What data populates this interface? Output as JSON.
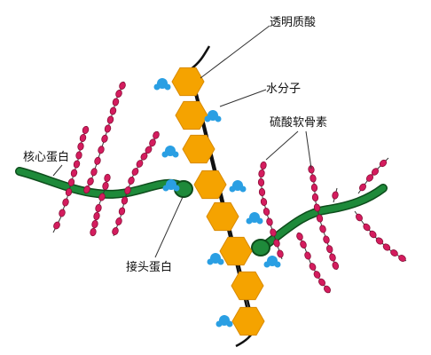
{
  "labels": {
    "hyaluronic_acid": "透明质酸",
    "water_molecule": "水分子",
    "chondroitin_sulfate": "硫酸软骨素",
    "core_protein": "核心蛋白",
    "link_protein": "接头蛋白"
  },
  "colors": {
    "hexagon_fill": "#f5a300",
    "hexagon_stroke": "#d98a00",
    "water_blue": "#2a9fe3",
    "core_green": "#1e8a3a",
    "core_green_dark": "#0e4d1c",
    "bead_pink": "#d41c5e",
    "bead_pink_dark": "#8a0f38",
    "leader_line": "#333333"
  }
}
